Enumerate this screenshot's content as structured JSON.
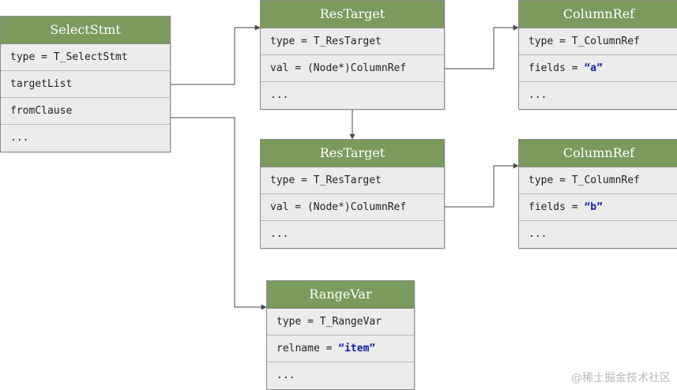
{
  "nodes": {
    "select_stmt": {
      "title": "SelectStmt",
      "fields": [
        "type = T_SelectStmt",
        "targetList",
        "fromClause",
        "..."
      ]
    },
    "res_target_1": {
      "title": "ResTarget",
      "fields": [
        "type = T_ResTarget",
        "val = (Node*)ColumnRef",
        "..."
      ]
    },
    "column_ref_1": {
      "title": "ColumnRef",
      "fields": [
        "type = T_ColumnRef"
      ],
      "fields_label": "fields = ",
      "fields_value": "“a”",
      "tail": "..."
    },
    "res_target_2": {
      "title": "ResTarget",
      "fields": [
        "type = T_ResTarget",
        "val = (Node*)ColumnRef",
        "..."
      ]
    },
    "column_ref_2": {
      "title": "ColumnRef",
      "fields": [
        "type = T_ColumnRef"
      ],
      "fields_label": "fields = ",
      "fields_value": "“b”",
      "tail": "..."
    },
    "range_var": {
      "title": "RangeVar",
      "fields": [
        "type = T_RangeVar"
      ],
      "relname_label": "relname = ",
      "relname_value": "“item”",
      "tail": "..."
    }
  },
  "colors": {
    "header": "#7a9a5e",
    "body": "#ececec",
    "edge": "#4a4a4a",
    "string": "#1020a0"
  },
  "watermark": "@稀土掘金技术社区"
}
